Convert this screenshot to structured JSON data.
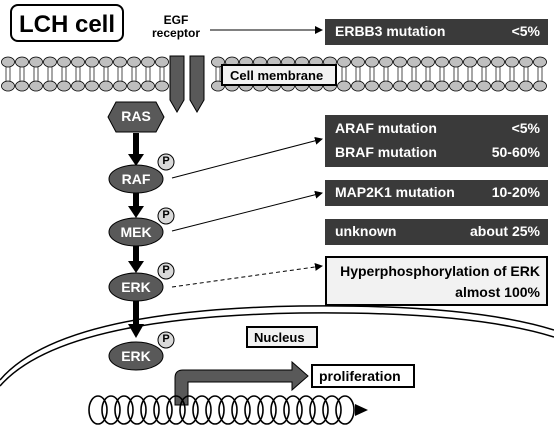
{
  "title": "LCH cell",
  "receptor_label": "EGF\nreceptor",
  "membrane_label": "Cell membrane",
  "nucleus_label": "Nucleus",
  "proliferation_label": "proliferation",
  "phospho_symbol": "P",
  "nodes": {
    "ras": "RAS",
    "raf": "RAF",
    "mek": "MEK",
    "erk1": "ERK",
    "erk2": "ERK"
  },
  "mutations": {
    "erbb3": {
      "name": "ERBB3 mutation",
      "freq": "<5%"
    },
    "araf": {
      "name": "ARAF mutation",
      "freq": "<5%"
    },
    "braf": {
      "name": "BRAF mutation",
      "freq": "50-60%"
    },
    "map2k1": {
      "name": "MAP2K1 mutation",
      "freq": "10-20%"
    },
    "unknown": {
      "name": "unknown",
      "freq": "about 25%"
    }
  },
  "hyper": {
    "line1": "Hyperphosphorylation of ERK",
    "line2": "almost 100%"
  },
  "colors": {
    "dark_box": "#3a3a3a",
    "node_fill": "#595959",
    "membrane": "#bfbfbf",
    "receptor": "#595959",
    "label_bg": "#f2f2f2"
  }
}
